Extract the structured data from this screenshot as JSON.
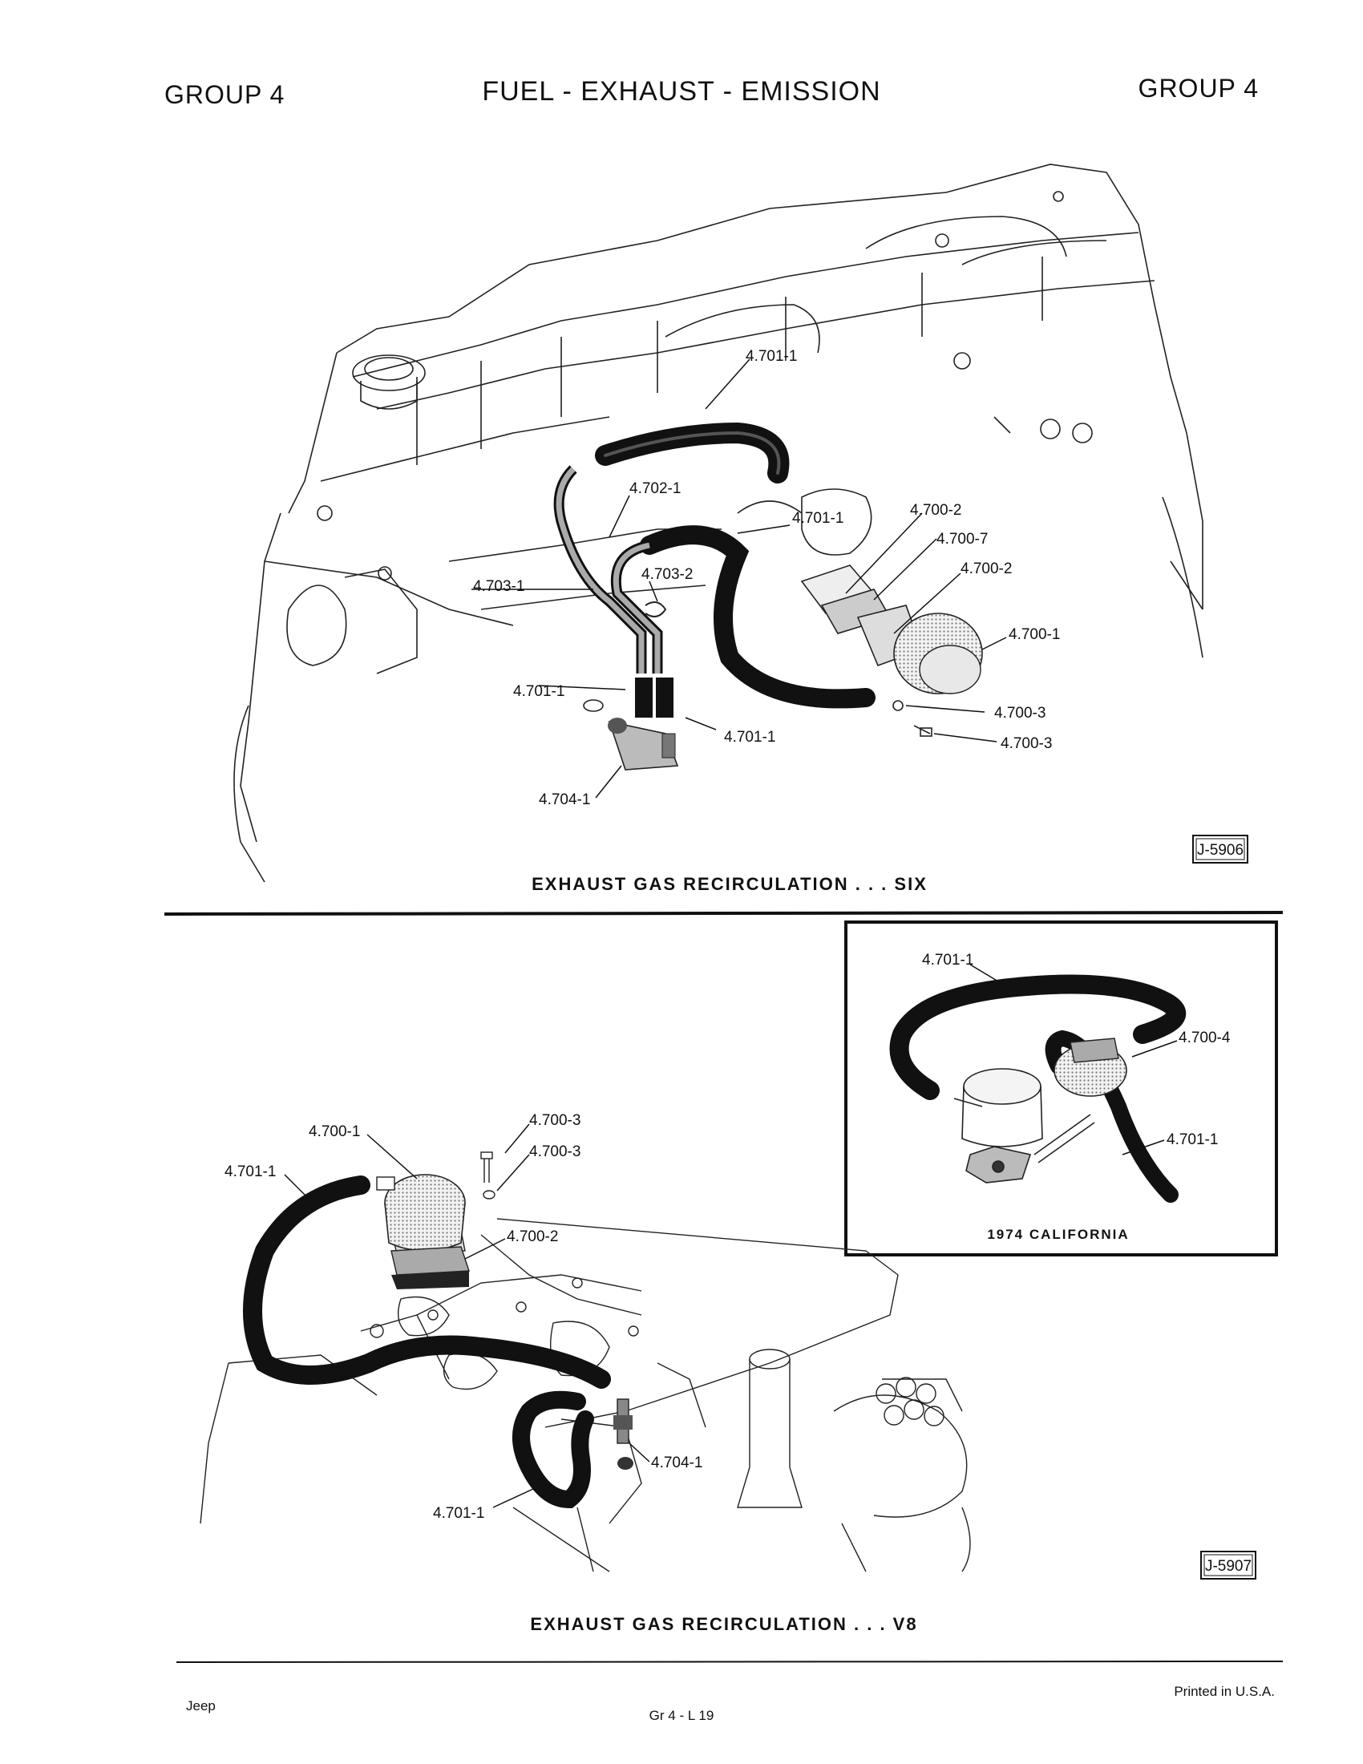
{
  "header": {
    "group_left": "GROUP 4",
    "title": "FUEL - EXHAUST - EMISSION",
    "group_right": "GROUP 4"
  },
  "figure_six": {
    "caption": "EXHAUST GAS RECIRCULATION . . . SIX",
    "code": "J-5906",
    "callouts": {
      "a": "4.701-1",
      "b": "4.702-1",
      "c": "4.701-1",
      "d": "4.700-2",
      "e": "4.700-7",
      "f": "4.700-2",
      "g": "4.703-1",
      "h": "4.703-2",
      "i": "4.700-1",
      "j": "4.701-1",
      "k": "4.701-1",
      "l": "4.700-3",
      "m": "4.700-3",
      "n": "4.704-1"
    }
  },
  "figure_v8": {
    "caption": "EXHAUST GAS RECIRCULATION . . . V8",
    "code": "J-5907",
    "callouts": {
      "a": "4.700-1",
      "b": "4.700-3",
      "c": "4.700-3",
      "d": "4.701-1",
      "e": "4.700-2",
      "f": "4.704-1",
      "g": "4.701-1"
    },
    "inset": {
      "caption": "1974 CALIFORNIA",
      "callouts": {
        "a": "4.701-1",
        "b": "4.700-4",
        "c": "4.701-1"
      }
    }
  },
  "footer": {
    "brand": "Jeep",
    "page": "Gr 4 - L 19",
    "printed": "Printed in U.S.A."
  }
}
